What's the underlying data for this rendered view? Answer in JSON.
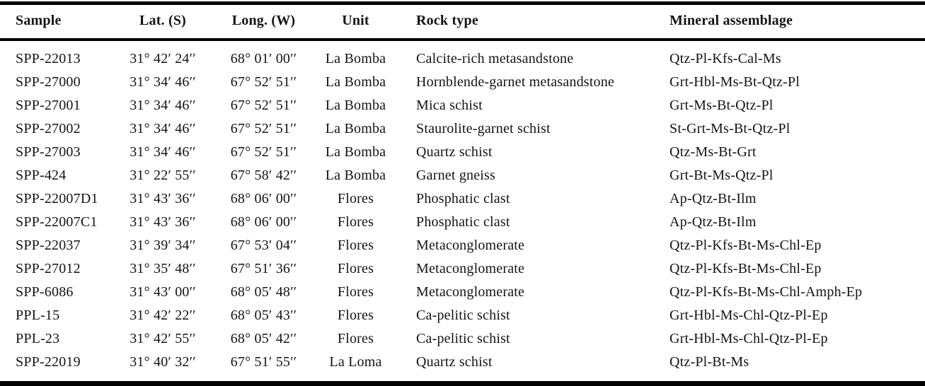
{
  "table": {
    "columns": [
      {
        "key": "sample",
        "label": "Sample",
        "align": "left"
      },
      {
        "key": "lat",
        "label": "Lat. (S)",
        "align": "center"
      },
      {
        "key": "long",
        "label": "Long. (W)",
        "align": "center"
      },
      {
        "key": "unit",
        "label": "Unit",
        "align": "center"
      },
      {
        "key": "rock_type",
        "label": "Rock type",
        "align": "left"
      },
      {
        "key": "mineral_assemblage",
        "label": "Mineral assemblage",
        "align": "left"
      }
    ],
    "rows": [
      [
        "SPP-22013",
        "31° 42′ 24′′",
        "68° 01′ 00′′",
        "La Bomba",
        "Calcite-rich metasandstone",
        "Qtz-Pl-Kfs-Cal-Ms"
      ],
      [
        "SPP-27000",
        "31° 34′ 46′′",
        "67° 52′ 51′′",
        "La Bomba",
        "Hornblende-garnet metasandstone",
        "Grt-Hbl-Ms-Bt-Qtz-Pl"
      ],
      [
        "SPP-27001",
        "31° 34′ 46′′",
        "67° 52′ 51′′",
        "La Bomba",
        "Mica schist",
        "Grt-Ms-Bt-Qtz-Pl"
      ],
      [
        "SPP-27002",
        "31° 34′ 46′′",
        "67° 52′ 51′′",
        "La Bomba",
        "Staurolite-garnet schist",
        "St-Grt-Ms-Bt-Qtz-Pl"
      ],
      [
        "SPP-27003",
        "31° 34′ 46′′",
        "67° 52′ 51′′",
        "La Bomba",
        "Quartz schist",
        "Qtz-Ms-Bt-Grt"
      ],
      [
        "SPP-424",
        "31° 22′ 55′′",
        "67° 58′ 42′′",
        "La Bomba",
        "Garnet gneiss",
        "Grt-Bt-Ms-Qtz-Pl"
      ],
      [
        "SPP-22007D1",
        "31° 43′ 36′′",
        "68° 06′ 00′′",
        "Flores",
        "Phosphatic clast",
        "Ap-Qtz-Bt-Ilm"
      ],
      [
        "SPP-22007C1",
        "31° 43′ 36′′",
        "68° 06′ 00′′",
        "Flores",
        "Phosphatic clast",
        "Ap-Qtz-Bt-Ilm"
      ],
      [
        "SPP-22037",
        "31° 39′ 34′′",
        "67° 53′ 04′′",
        "Flores",
        "Metaconglomerate",
        "Qtz-Pl-Kfs-Bt-Ms-Chl-Ep"
      ],
      [
        "SPP-27012",
        "31° 35′ 48′′",
        "67° 51′ 36′′",
        "Flores",
        "Metaconglomerate",
        "Qtz-Pl-Kfs-Bt-Ms-Chl-Ep"
      ],
      [
        "SPP-6086",
        "31° 43′ 00′′",
        "68° 05′ 48′′",
        "Flores",
        "Metaconglomerate",
        "Qtz-Pl-Kfs-Bt-Ms-Chl-Amph-Ep"
      ],
      [
        "PPL-15",
        "31° 42′ 22′′",
        "68° 05′ 43′′",
        "Flores",
        "Ca-pelitic schist",
        "Grt-Hbl-Ms-Chl-Qtz-Pl-Ep"
      ],
      [
        "PPL-23",
        "31° 42′ 55′′",
        "68° 05′ 42′′",
        "Flores",
        "Ca-pelitic schist",
        "Grt-Hbl-Ms-Chl-Qtz-Pl-Ep"
      ],
      [
        "SPP-22019",
        "31° 40′ 32′′",
        "67° 51′ 55′′",
        "La Loma",
        "Quartz schist",
        "Qtz-Pl-Bt-Ms"
      ]
    ]
  }
}
